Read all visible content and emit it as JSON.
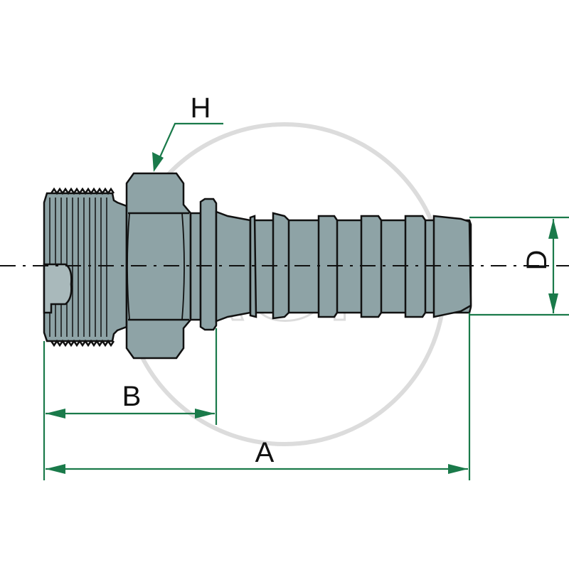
{
  "drawing": {
    "title": "",
    "watermark": "AGP",
    "labels": {
      "hex": "H",
      "length_total": "A",
      "length_thread": "B",
      "diameter": "D"
    },
    "colors": {
      "dimension_line": "#1a7a4a",
      "part_fill": "#8ea3a6",
      "part_outline": "#111111",
      "watermark": "#dcdcdc"
    }
  }
}
